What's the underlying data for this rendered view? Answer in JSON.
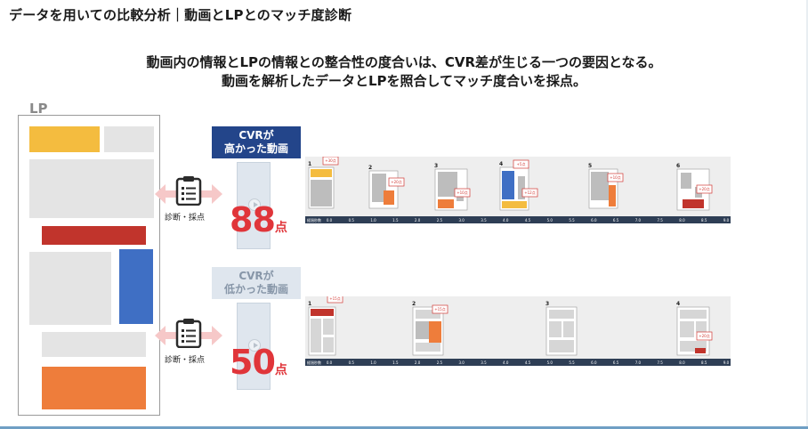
{
  "title": "データを用いての比較分析｜動画とLPとのマッチ度診断",
  "subtitle_line1": "動画内の情報とLPの情報との整合性の度合いは、CVR差が生じる一つの要因となる。",
  "subtitle_line2": "動画を解析したデータとLPを照合してマッチ度合いを採点。",
  "lp_label": "LP",
  "diag_label": "診断・採点",
  "colors": {
    "yellow": "#f4bc3f",
    "red": "#c1342c",
    "blue": "#3f6fc4",
    "orange": "#ee7d3b",
    "navy": "#23458a",
    "pale_blue": "#dfe6ee",
    "score_red": "#e0353a",
    "timeline_bar": "#2e3e55"
  },
  "high": {
    "label_line1": "CVRが",
    "label_line2": "高かった動画",
    "score": "88",
    "score_unit": "点",
    "timeline": {
      "axis_label": "経過秒数",
      "ticks": [
        "0.0",
        "0.5",
        "1.0",
        "1.5",
        "2.0",
        "2.5",
        "3.0",
        "3.5",
        "4.0",
        "4.5",
        "5.0",
        "5.5",
        "6.0",
        "6.5",
        "7.0",
        "7.5",
        "8.0",
        "8.5",
        "9.0"
      ],
      "scenes": [
        {
          "n": "1",
          "badge": "+30点"
        },
        {
          "n": "2",
          "badge": "+20点"
        },
        {
          "n": "3",
          "badge": "+10点"
        },
        {
          "n": "4",
          "badge": "+5点",
          "badge2": "+12点"
        },
        {
          "n": "5",
          "badge": "+10点"
        },
        {
          "n": "6",
          "badge": "+20点"
        }
      ]
    }
  },
  "low": {
    "label_line1": "CVRが",
    "label_line2": "低かった動画",
    "score": "50",
    "score_unit": "点",
    "timeline": {
      "axis_label": "経過秒数",
      "ticks": [
        "0.0",
        "0.5",
        "1.0",
        "1.5",
        "2.0",
        "2.5",
        "3.0",
        "3.5",
        "4.0",
        "4.5",
        "5.0",
        "5.5",
        "6.0",
        "6.5",
        "7.0",
        "7.5",
        "8.0",
        "8.5",
        "9.0"
      ],
      "scenes": [
        {
          "n": "1",
          "badge": "+15点"
        },
        {
          "n": "2",
          "badge": "+15点"
        },
        {
          "n": "3",
          "badge": ""
        },
        {
          "n": "4",
          "badge": "+20点"
        }
      ]
    }
  }
}
